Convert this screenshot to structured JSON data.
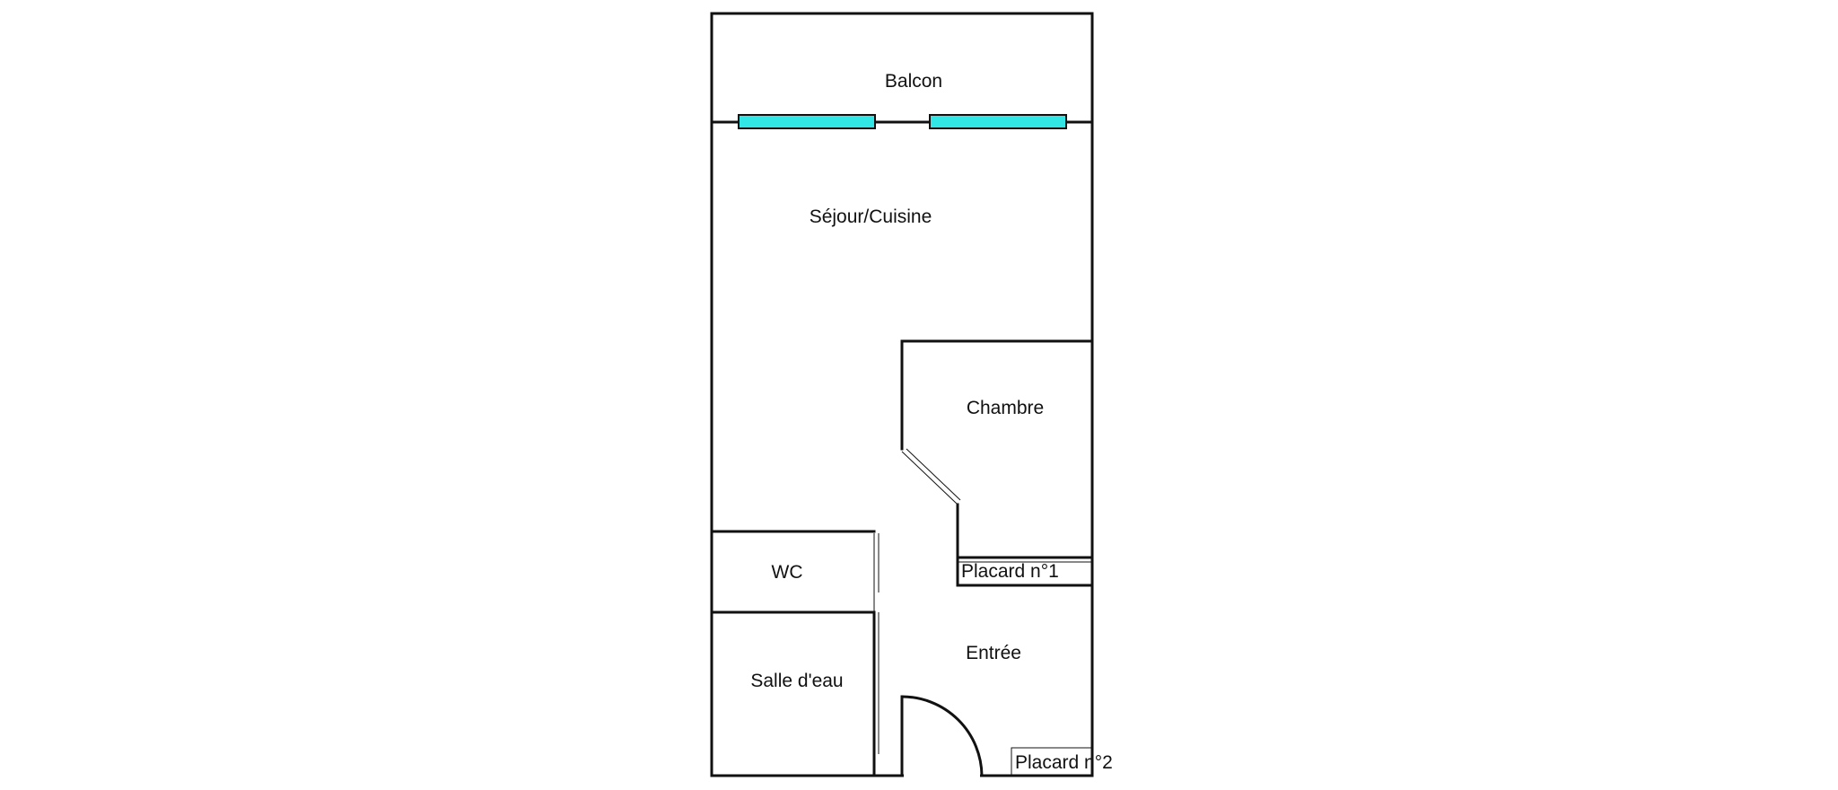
{
  "rooms": {
    "balcon": "Balcon",
    "sejour": "Séjour/Cuisine",
    "chambre": "Chambre",
    "placard1": "Placard n°1",
    "wc": "WC",
    "entree": "Entrée",
    "salle_eau": "Salle d'eau",
    "placard2": "Placard n°2"
  },
  "colors": {
    "wall": "#111111",
    "window_glass": "#33e6e6",
    "background": "#ffffff"
  }
}
